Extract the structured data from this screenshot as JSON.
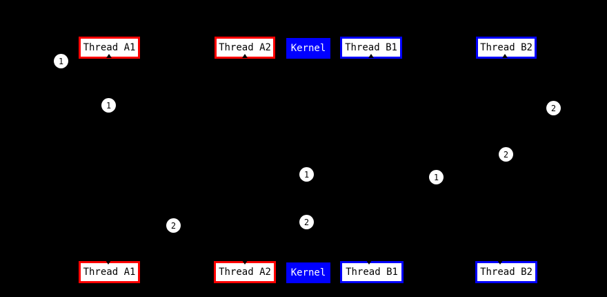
{
  "diagram_title": "thread-kernel-sequence-diagram",
  "colors": {
    "background": "#000000",
    "thread_a_border": "#ff0000",
    "thread_b_border": "#0000ff",
    "kernel_background": "#0000ff",
    "kernel_text": "#ffffff",
    "node_background": "#ffffff",
    "node_text": "#000000",
    "marker_background": "#ffffff",
    "marker_text": "#000000"
  },
  "nodes": {
    "top": [
      {
        "id": "thread-a1",
        "label": "Thread A1"
      },
      {
        "id": "thread-a2",
        "label": "Thread A2"
      },
      {
        "id": "kernel",
        "label": "Kernel"
      },
      {
        "id": "thread-b1",
        "label": "Thread B1"
      },
      {
        "id": "thread-b2",
        "label": "Thread B2"
      }
    ],
    "bottom": [
      {
        "id": "thread-a1",
        "label": "Thread A1"
      },
      {
        "id": "thread-a2",
        "label": "Thread A2"
      },
      {
        "id": "kernel",
        "label": "Kernel"
      },
      {
        "id": "thread-b1",
        "label": "Thread B1"
      },
      {
        "id": "thread-b2",
        "label": "Thread B2"
      }
    ]
  },
  "markers": [
    {
      "label": "1"
    },
    {
      "label": "1"
    },
    {
      "label": "2"
    },
    {
      "label": "2"
    },
    {
      "label": "1"
    },
    {
      "label": "1"
    },
    {
      "label": "2"
    },
    {
      "label": "2"
    }
  ]
}
